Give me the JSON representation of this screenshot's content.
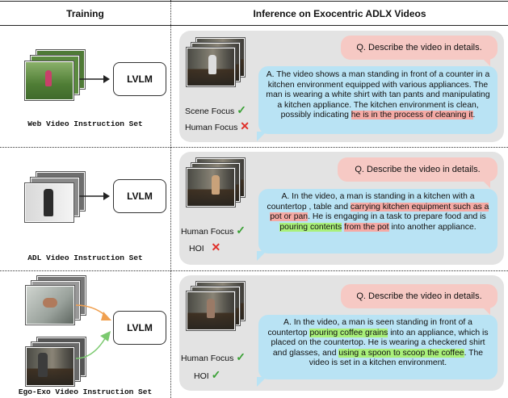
{
  "headers": {
    "training": "Training",
    "inference": "Inference on Exocentric ADLX Videos"
  },
  "model_label": "LVLM",
  "colors": {
    "check": "#3aa135",
    "cross": "#e0302a",
    "question_bg": "#f6c9c4",
    "answer_bg": "#b9e3f4",
    "highlight_red": "#f5aaa5",
    "highlight_green": "#a9f07a",
    "arrow_orange": "#f0a050",
    "arrow_green": "#7bc96f"
  },
  "rows": [
    {
      "set_label": "Web Video Instruction Set",
      "question": "Q. Describe the video in details.",
      "labels": [
        {
          "text": "Scene  Focus",
          "mark": "check",
          "mark_glyph": "✓"
        },
        {
          "text": "Human Focus",
          "mark": "cross",
          "mark_glyph": "✕"
        }
      ],
      "answer": [
        {
          "t": "A. The video shows a man standing in front of a counter in a kitchen environment equipped with various appliances. The man is wearing a white shirt with tan pants and manipulating a kitchen appliance. The kitchen environment is clean, possibly indicating ",
          "h": ""
        },
        {
          "t": "he is in the process of cleaning it",
          "h": "r"
        },
        {
          "t": ".",
          "h": ""
        }
      ]
    },
    {
      "set_label": "ADL Video Instruction Set",
      "question": "Q. Describe the video in details.",
      "labels": [
        {
          "text": "Human Focus",
          "mark": "check",
          "mark_glyph": "✓"
        },
        {
          "text": "HOI",
          "mark": "cross",
          "mark_glyph": "✕"
        }
      ],
      "answer": [
        {
          "t": "A. In the video, a man is standing in a kitchen with a countertop , table and ",
          "h": ""
        },
        {
          "t": "carrying kitchen equipment such as a pot or pan",
          "h": "r"
        },
        {
          "t": ". He is engaging in a task to prepare food and is ",
          "h": ""
        },
        {
          "t": "pouring contents",
          "h": "g"
        },
        {
          "t": " ",
          "h": ""
        },
        {
          "t": "from the pot",
          "h": "r"
        },
        {
          "t": " into another appliance.",
          "h": ""
        }
      ]
    },
    {
      "set_label": "Ego-Exo Video Instruction Set",
      "question": "Q. Describe the video in details.",
      "labels": [
        {
          "text": "Human Focus",
          "mark": "check",
          "mark_glyph": "✓"
        },
        {
          "text": "HOI",
          "mark": "check",
          "mark_glyph": "✓"
        }
      ],
      "answer": [
        {
          "t": "A. In the video, a man is seen standing in front of a countertop ",
          "h": ""
        },
        {
          "t": "pouring coffee grains",
          "h": "g"
        },
        {
          "t": " into an appliance, which is placed on the countertop. He is wearing a checkered shirt and glasses, and ",
          "h": ""
        },
        {
          "t": "using a spoon to scoop the coffee",
          "h": "g"
        },
        {
          "t": ". The video is set in a kitchen environment.",
          "h": ""
        }
      ]
    }
  ]
}
